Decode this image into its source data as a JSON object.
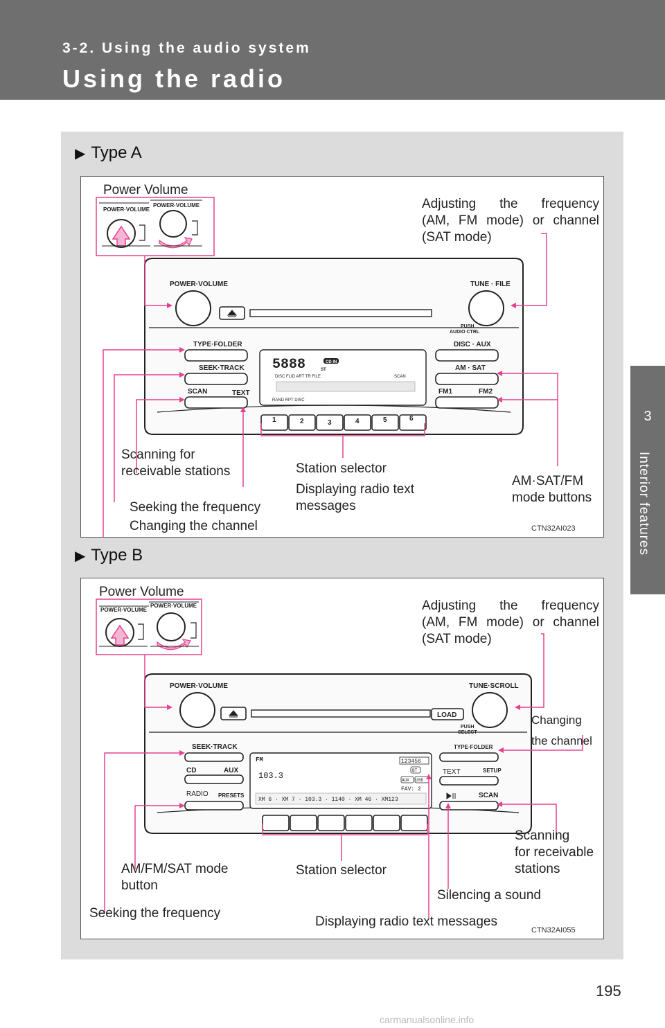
{
  "header": {
    "section": "3-2. Using the audio system",
    "title": "Using the radio"
  },
  "side_tab": {
    "number": "3",
    "label": "Interior features"
  },
  "type_a": {
    "heading": "Type A",
    "power_volume": "Power  Volume",
    "adjusting": [
      "Adjusting  the  frequency",
      "(AM,  FM  mode)  or  channel",
      "(SAT mode)"
    ],
    "scanning": [
      "Scanning for",
      "receivable stations"
    ],
    "station_selector": "Station selector",
    "radio_text": [
      "Displaying radio text",
      "messages"
    ],
    "mode_buttons": [
      "AM·SAT/FM",
      "mode buttons"
    ],
    "seeking": "Seeking the frequency",
    "changing": "Changing the channel",
    "code": "CTN32AI023",
    "unit": {
      "power_volume": "POWER·VOLUME",
      "tune_file": "TUNE · FILE",
      "push_audio": [
        "PUSH",
        "AUDIO CTRL"
      ],
      "type_folder": "TYPE·FOLDER",
      "seek_track": "SEEK·TRACK",
      "scan": "SCAN",
      "text": "TEXT",
      "disc_aux": "DISC · AUX",
      "am_sat": "AM · SAT",
      "fm1": "FM1",
      "fm2": "FM2",
      "presets": [
        "1",
        "2",
        "3",
        "4",
        "5",
        "6"
      ],
      "display_cd_in": "CD IN",
      "display_st": "ST",
      "display_row": "DISC    FLID  ART  TR  FILE",
      "display_scan": "SCAN",
      "display_bottom": "RAND    RPT         DISC",
      "display_digits": "5888"
    }
  },
  "type_b": {
    "heading": "Type B",
    "power_volume": "Power   Volume",
    "adjusting": [
      "Adjusting  the  frequency",
      "(AM,  FM  mode)  or  channel",
      "(SAT mode)"
    ],
    "changing": [
      "Changing",
      "the channel"
    ],
    "scanning": [
      "Scanning",
      "for receivable",
      "stations"
    ],
    "am_fm_sat": [
      "AM/FM/SAT mode",
      "button"
    ],
    "station_selector": "Station selector",
    "silencing": "Silencing a sound",
    "seeking": "Seeking the frequency",
    "radio_text": "Displaying radio text messages",
    "code": "CTN32AI055",
    "unit": {
      "power_volume": "POWER·VOLUME",
      "tune_scroll": "TUNE·SCROLL",
      "load": "LOAD",
      "push_select": [
        "PUSH",
        "SELECT"
      ],
      "seek_track": "SEEK·TRACK",
      "type_folder": "TYPE·FOLDER",
      "cd": "CD",
      "aux": "AUX",
      "text": "TEXT",
      "setup": "SETUP",
      "radio": "RADIO",
      "presets_label": "PRESETS",
      "scan": "SCAN",
      "display_fm": "FM",
      "display_freq": "103.3",
      "display_fav": "FAV: 2",
      "display_numbers": "123456",
      "display_bt": "BT",
      "display_aux": "AUX",
      "display_usb": "USB",
      "display_list": "XM 6 · XM 7 · 103.3 · 1140 · XM 46 · XM123"
    }
  },
  "page_number": "195",
  "watermark": "carmanualsonline.info"
}
